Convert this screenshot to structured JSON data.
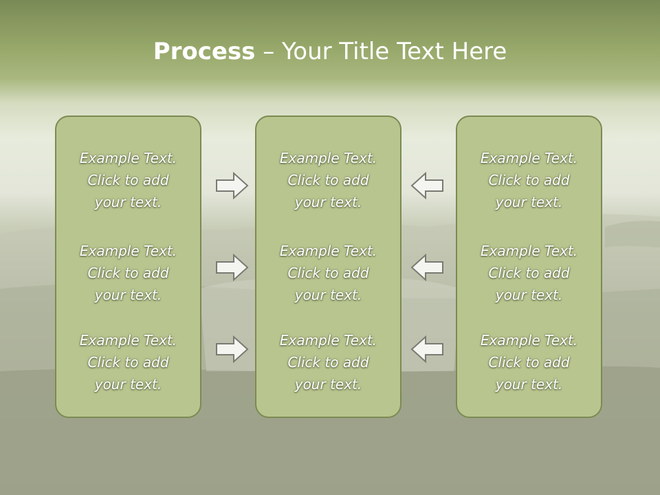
{
  "slide": {
    "title_bold": "Process",
    "title_rest": " – Your Title Text Here"
  },
  "panels": [
    {
      "blocks": [
        [
          "Example Text.",
          "Click  to add",
          "your text."
        ],
        [
          "Example Text.",
          "Click  to add",
          "your text."
        ],
        [
          "Example Text.",
          "Click  to add",
          "your text."
        ]
      ]
    },
    {
      "blocks": [
        [
          "Example Text.",
          "Click  to add",
          "your text."
        ],
        [
          "Example Text.",
          "Click  to add",
          "your text."
        ],
        [
          "Example Text.",
          "Click  to add",
          "your text."
        ]
      ]
    },
    {
      "blocks": [
        [
          "Example Text.",
          "Click  to add",
          "your text."
        ],
        [
          "Example Text.",
          "Click  to add",
          "your text."
        ],
        [
          "Example Text.",
          "Click  to add",
          "your text."
        ]
      ]
    }
  ],
  "arrows": {
    "left_column": "arrow-right-icon",
    "right_column": "arrow-left-icon"
  },
  "colors": {
    "panel_fill": "#b8c58f",
    "panel_border": "#7c8a52",
    "title_band": "#97a86a",
    "text": "#ffffff",
    "arrow_fill": "#f4f4f0",
    "arrow_stroke": "#7a7a72"
  }
}
